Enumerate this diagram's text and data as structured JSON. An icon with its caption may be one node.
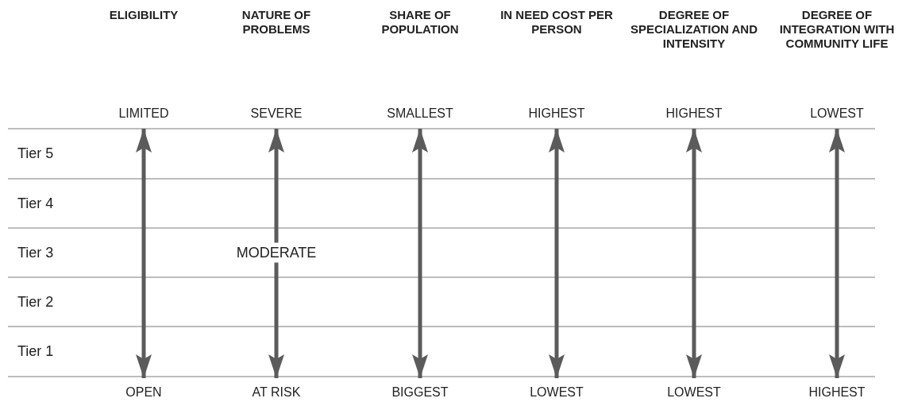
{
  "diagram": {
    "nodes": [
      {
        "text": [
          "LIMITED"
        ]
      },
      {
        "text": [
          "SEVERE"
        ]
      },
      {
        "text": [
          "SMALLEST"
        ]
      },
      {
        "text": [
          "HIGHEST"
        ]
      },
      {
        "text": [
          "HIGHEST"
        ]
      },
      {
        "text": [
          "LOWEST"
        ]
      },
      {
        "text": [
          "OPEN"
        ]
      },
      {
        "text": [
          "AT RISK"
        ]
      },
      {
        "text": [
          "BIGGEST"
        ]
      },
      {
        "text": [
          "LOWEST"
        ]
      },
      {
        "text": [
          "LOWEST"
        ]
      },
      {
        "text": [
          "HIGHEST"
        ]
      }
    ],
    "edges": [
      {
        "from": 0,
        "to": 6,
        "arrow": "both"
      },
      {
        "from": 1,
        "to": 7,
        "arrow": "both",
        "label": "MODERATE"
      },
      {
        "from": 2,
        "to": 8,
        "arrow": "both"
      },
      {
        "from": 3,
        "to": 9,
        "arrow": "both"
      },
      {
        "from": 4,
        "to": 10,
        "arrow": "both"
      },
      {
        "from": 5,
        "to": 11,
        "arrow": "both"
      }
    ],
    "labels": [
      "ELIGIBILITY",
      "NATURE OF PROBLEMS",
      "SHARE OF POPULATION",
      "IN NEED COST PER PERSON",
      "DEGREE OF SPECIALIZATION AND INTENSITY",
      "DEGREE OF INTEGRATION WITH COMMUNITY LIFE",
      "Tier 5",
      "Tier 4",
      "Tier 3",
      "Tier 2",
      "Tier 1"
    ]
  }
}
